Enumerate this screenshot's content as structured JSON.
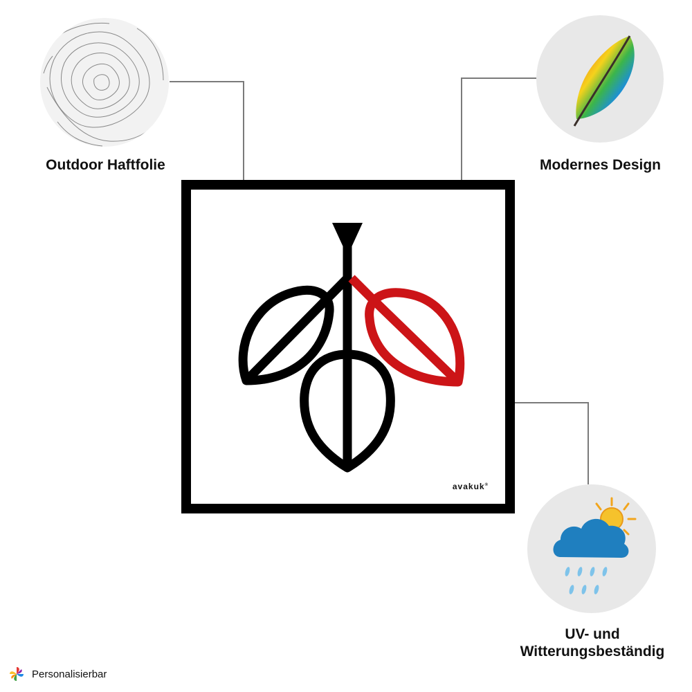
{
  "features": {
    "outdoor": {
      "label": "Outdoor Haftfolie",
      "icon": "topographic-texture-icon"
    },
    "design": {
      "label": "Modernes Design",
      "icon": "rainbow-feather-icon"
    },
    "weather": {
      "label_line1": "UV- und",
      "label_line2": "Witterungsbeständig",
      "icon": "cloud-sun-rain-icon"
    }
  },
  "sign": {
    "brand": "avakuk",
    "brand_mark": "®",
    "symbol_icon": "leaf-branch-icon",
    "colors": {
      "black": "#000000",
      "red": "#cc1417"
    }
  },
  "badge": {
    "label": "Personalisierbar",
    "icon": "pinwheel-icon"
  }
}
